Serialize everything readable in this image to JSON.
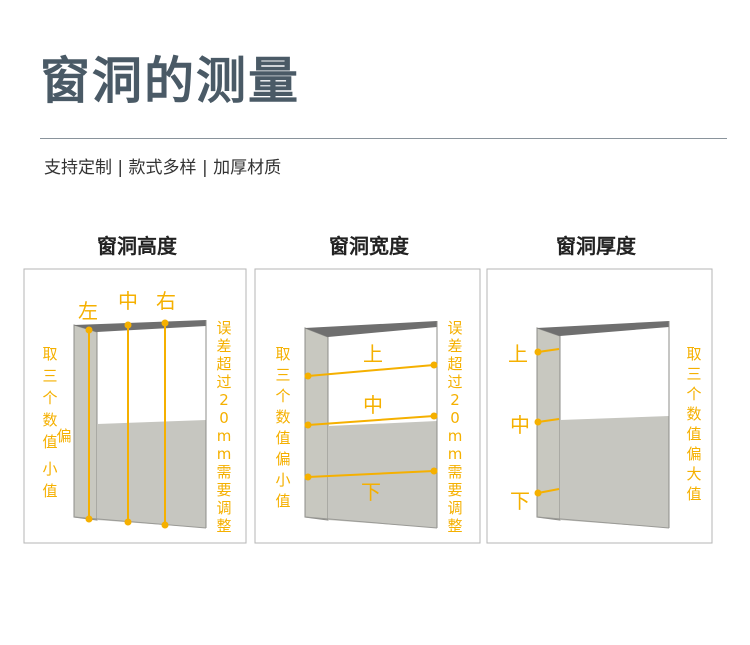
{
  "header": {
    "title": "窗洞的测量",
    "subtitle": "支持定制 | 款式多样 | 加厚材质"
  },
  "colors": {
    "accent": "#f5b000",
    "frame": "#c8c8c0",
    "frame_edge": "#8c8c88",
    "lintel": "#6f6f6f",
    "fill": "#c6c6c0"
  },
  "panels": [
    {
      "title": "窗洞高度",
      "markers": [
        "左",
        "中",
        "右"
      ],
      "left_note": [
        "取",
        "三",
        "个",
        "数",
        "值",
        "偏",
        "小",
        "值"
      ],
      "right_note": [
        "误",
        "差",
        "超",
        "过",
        "2",
        "0",
        "m",
        "m",
        "需",
        "要",
        "调",
        "整"
      ]
    },
    {
      "title": "窗洞宽度",
      "markers": [
        "上",
        "中",
        "下"
      ],
      "left_note": [
        "取",
        "三",
        "个",
        "数",
        "值",
        "偏",
        "小",
        "值"
      ],
      "right_note": [
        "误",
        "差",
        "超",
        "过",
        "2",
        "0",
        "m",
        "m",
        "需",
        "要",
        "调",
        "整"
      ]
    },
    {
      "title": "窗洞厚度",
      "markers": [
        "上",
        "中",
        "下"
      ],
      "right_note": [
        "取",
        "三",
        "个",
        "数",
        "值",
        "偏",
        "大",
        "值"
      ]
    }
  ]
}
